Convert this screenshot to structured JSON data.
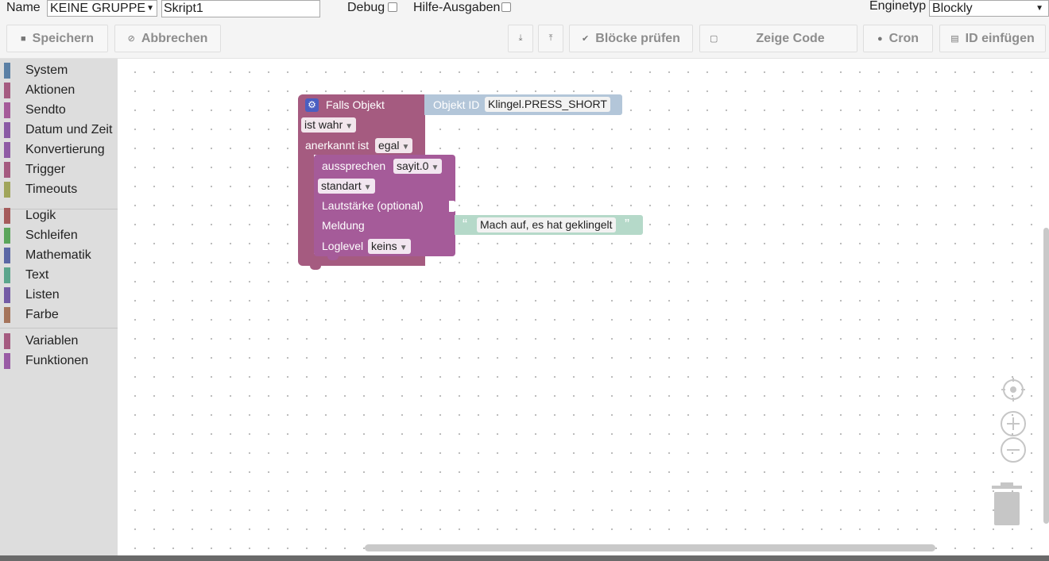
{
  "header": {
    "name_label": "Name",
    "group_select": "KEINE GRUPPE",
    "script_name": "Skript1",
    "debug_label": "Debug",
    "help_label": "Hilfe-Ausgaben",
    "engine_label": "Enginetyp",
    "engine_select": "Blockly"
  },
  "toolbar": {
    "save": "Speichern",
    "cancel": "Abbrechen",
    "check_blocks": "Blöcke prüfen",
    "show_code": "Zeige Code",
    "cron": "Cron",
    "insert_id": "ID einfügen"
  },
  "toolbox": {
    "group1": [
      {
        "label": "System",
        "color": "#5b80a5"
      },
      {
        "label": "Aktionen",
        "color": "#a55b80"
      },
      {
        "label": "Sendto",
        "color": "#a55b99"
      },
      {
        "label": "Datum und Zeit",
        "color": "#8a5ba5"
      },
      {
        "label": "Konvertierung",
        "color": "#8f5ba5"
      },
      {
        "label": "Trigger",
        "color": "#a55b80"
      },
      {
        "label": "Timeouts",
        "color": "#a0a55b"
      }
    ],
    "group2": [
      {
        "label": "Logik",
        "color": "#a55b5b"
      },
      {
        "label": "Schleifen",
        "color": "#5ba55b"
      },
      {
        "label": "Mathematik",
        "color": "#5b67a5"
      },
      {
        "label": "Text",
        "color": "#5ba58c"
      },
      {
        "label": "Listen",
        "color": "#745ba5"
      },
      {
        "label": "Farbe",
        "color": "#a5745b"
      }
    ],
    "group3": [
      {
        "label": "Variablen",
        "color": "#a55b80"
      },
      {
        "label": "Funktionen",
        "color": "#995ba5"
      }
    ]
  },
  "blocks": {
    "trigger": {
      "title": "Falls Objekt",
      "state_dd": "ist wahr",
      "ack_label": "anerkannt ist",
      "ack_dd": "egal",
      "color": "#a55b80"
    },
    "object_id": {
      "label": "Objekt ID",
      "value": "Klingel.PRESS_SHORT",
      "color": "#b3c6d9"
    },
    "say": {
      "label": "aussprechen",
      "instance_dd": "sayit.0",
      "mode_dd": "standart",
      "volume_label": "Lautstärke (optional)",
      "message_label": "Meldung",
      "loglevel_label": "Loglevel",
      "loglevel_dd": "keins",
      "color": "#a55b99"
    },
    "text": {
      "value": "Mach auf, es hat geklingelt",
      "open_quote": "“",
      "close_quote": "”",
      "color": "#b5d9c9"
    }
  },
  "icons": {
    "save": "floppy-icon",
    "cancel": "ban-icon",
    "export": "download-icon",
    "import": "upload-icon",
    "check": "check-icon",
    "code": "code-icon",
    "cron": "clock-icon",
    "id": "list-icon",
    "recenter": "target-icon",
    "zoom_in": "plus-circle-icon",
    "zoom_out": "minus-circle-icon",
    "trash": "trash-icon"
  }
}
